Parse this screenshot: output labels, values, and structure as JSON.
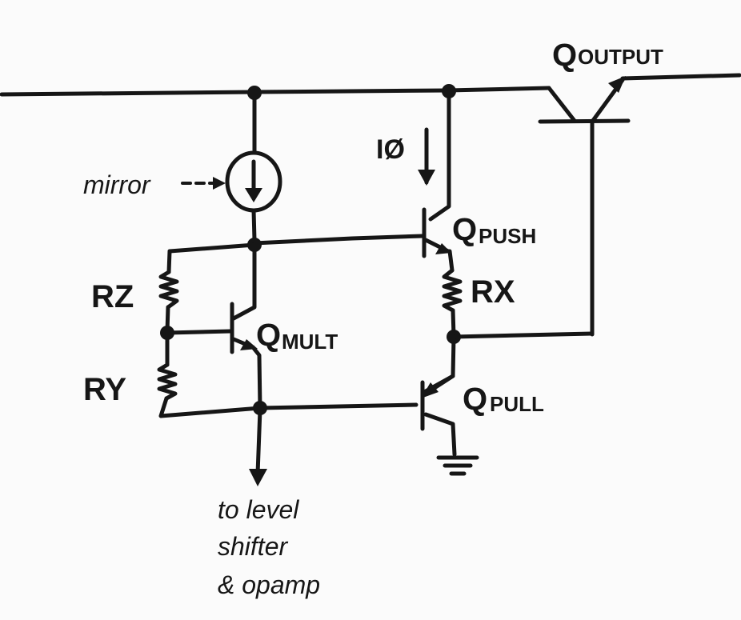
{
  "labels": {
    "mirror": "mirror",
    "i_phi": "IØ",
    "q_output": {
      "main": "Q",
      "sub": "OUTPUT"
    },
    "q_push": {
      "main": "Q",
      "sub": "PUSH"
    },
    "q_mult": {
      "main": "Q",
      "sub": "MULT"
    },
    "q_pull": {
      "main": "Q",
      "sub": "PULL"
    },
    "rz": "RZ",
    "ry": "RY",
    "rx": "RX",
    "destination": [
      "to level",
      "shifter",
      "& opamp"
    ]
  },
  "ink_color": "#161616",
  "paper_color": "#fbfbfb"
}
